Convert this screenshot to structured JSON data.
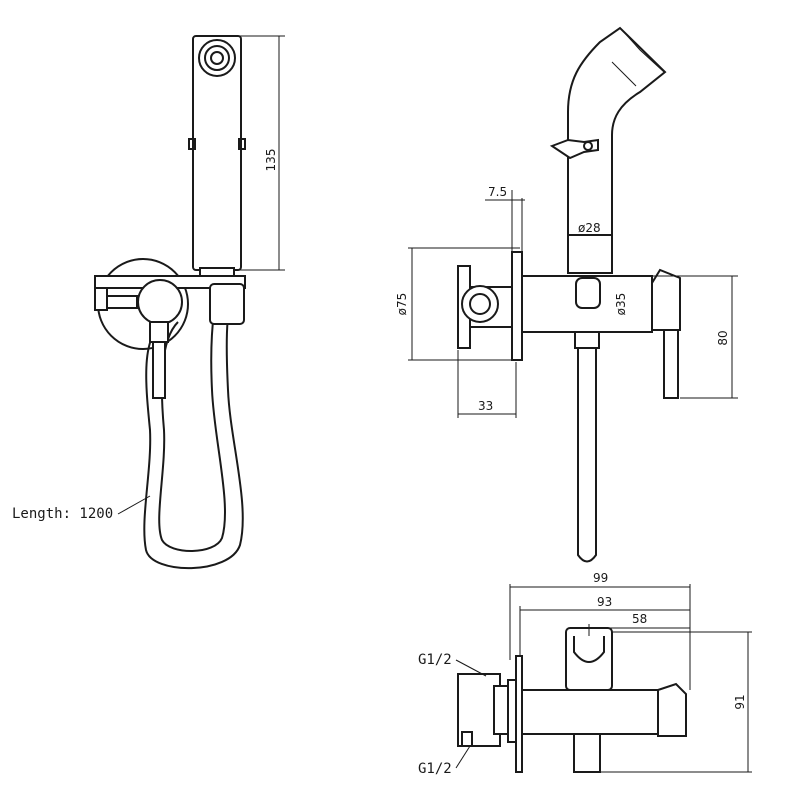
{
  "drawing": {
    "front_view": {
      "hose_label": "Length: 1200",
      "dim_handset_height": "135"
    },
    "side_view": {
      "dim_wall_gap": "7.5",
      "dim_flange_diameter": "ø75",
      "dim_handset_diameter": "ø28",
      "dim_body_diameter": "ø35",
      "dim_valve_depth": "33",
      "dim_lever_height": "80"
    },
    "top_view": {
      "dim_overall_99": "99",
      "dim_overall_93": "93",
      "dim_holder_58": "58",
      "dim_height_91": "91",
      "thread_top": "G1/2",
      "thread_bottom": "G1/2"
    },
    "line_color": "#1a1a1a",
    "background": "#ffffff"
  }
}
